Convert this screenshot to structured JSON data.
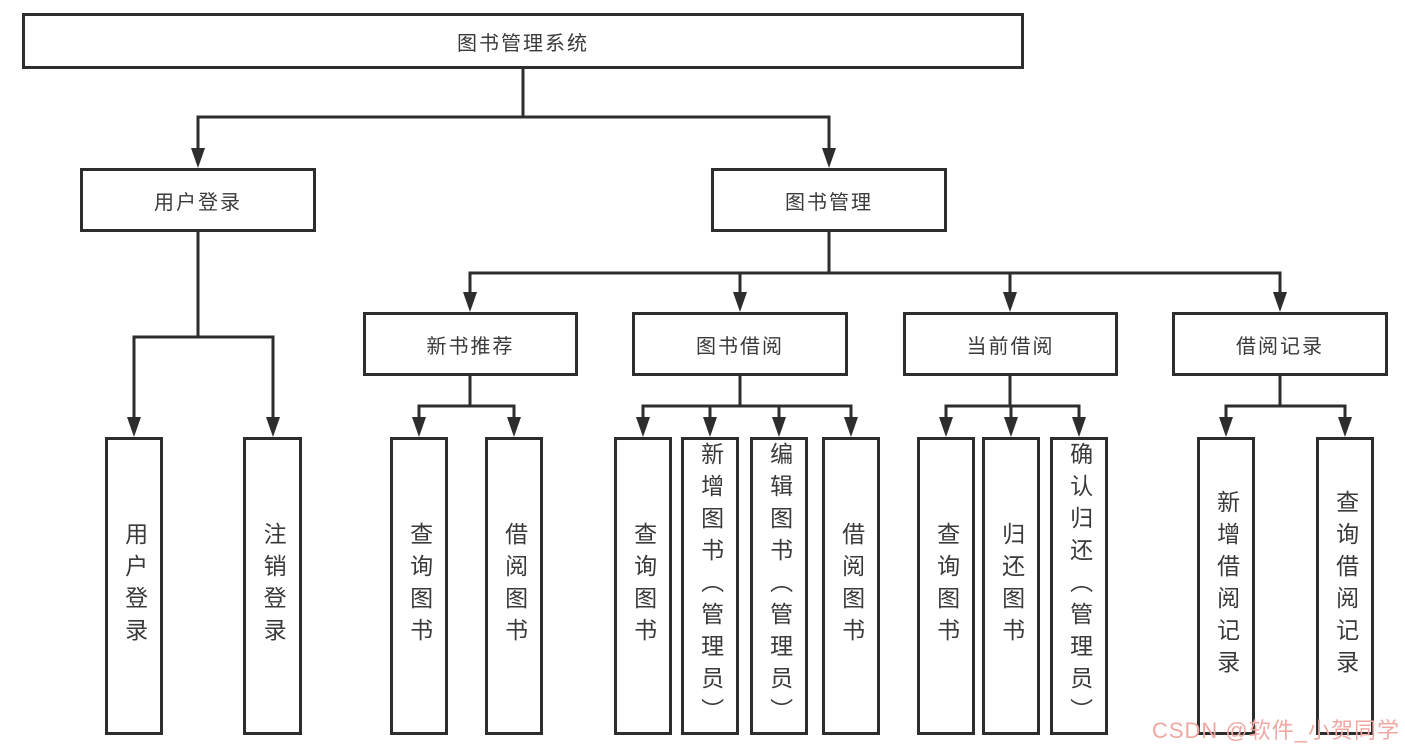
{
  "diagram": {
    "root": {
      "label": "图书管理系统"
    },
    "login": {
      "label": "用户登录",
      "children": [
        {
          "label": "用户登录"
        },
        {
          "label": "注销登录"
        }
      ]
    },
    "manage": {
      "label": "图书管理",
      "children": [
        {
          "label": "新书推荐",
          "children": [
            {
              "label": "查询图书"
            },
            {
              "label": "借阅图书"
            }
          ]
        },
        {
          "label": "图书借阅",
          "children": [
            {
              "label": "查询图书"
            },
            {
              "label": "新增图书（管理员）"
            },
            {
              "label": "编辑图书（管理员）"
            },
            {
              "label": "借阅图书"
            }
          ]
        },
        {
          "label": "当前借阅",
          "children": [
            {
              "label": "查询图书"
            },
            {
              "label": "归还图书"
            },
            {
              "label": "确认归还（管理员）"
            }
          ]
        },
        {
          "label": "借阅记录",
          "children": [
            {
              "label": "新增借阅记录"
            },
            {
              "label": "查询借阅记录"
            }
          ]
        }
      ]
    }
  },
  "watermark": {
    "text": "CSDN @软件_小贺同学"
  },
  "colors": {
    "line": "#2d2d2d",
    "text": "#3a3a3a",
    "watermark": "#f0a8a2",
    "background": "#ffffff"
  }
}
